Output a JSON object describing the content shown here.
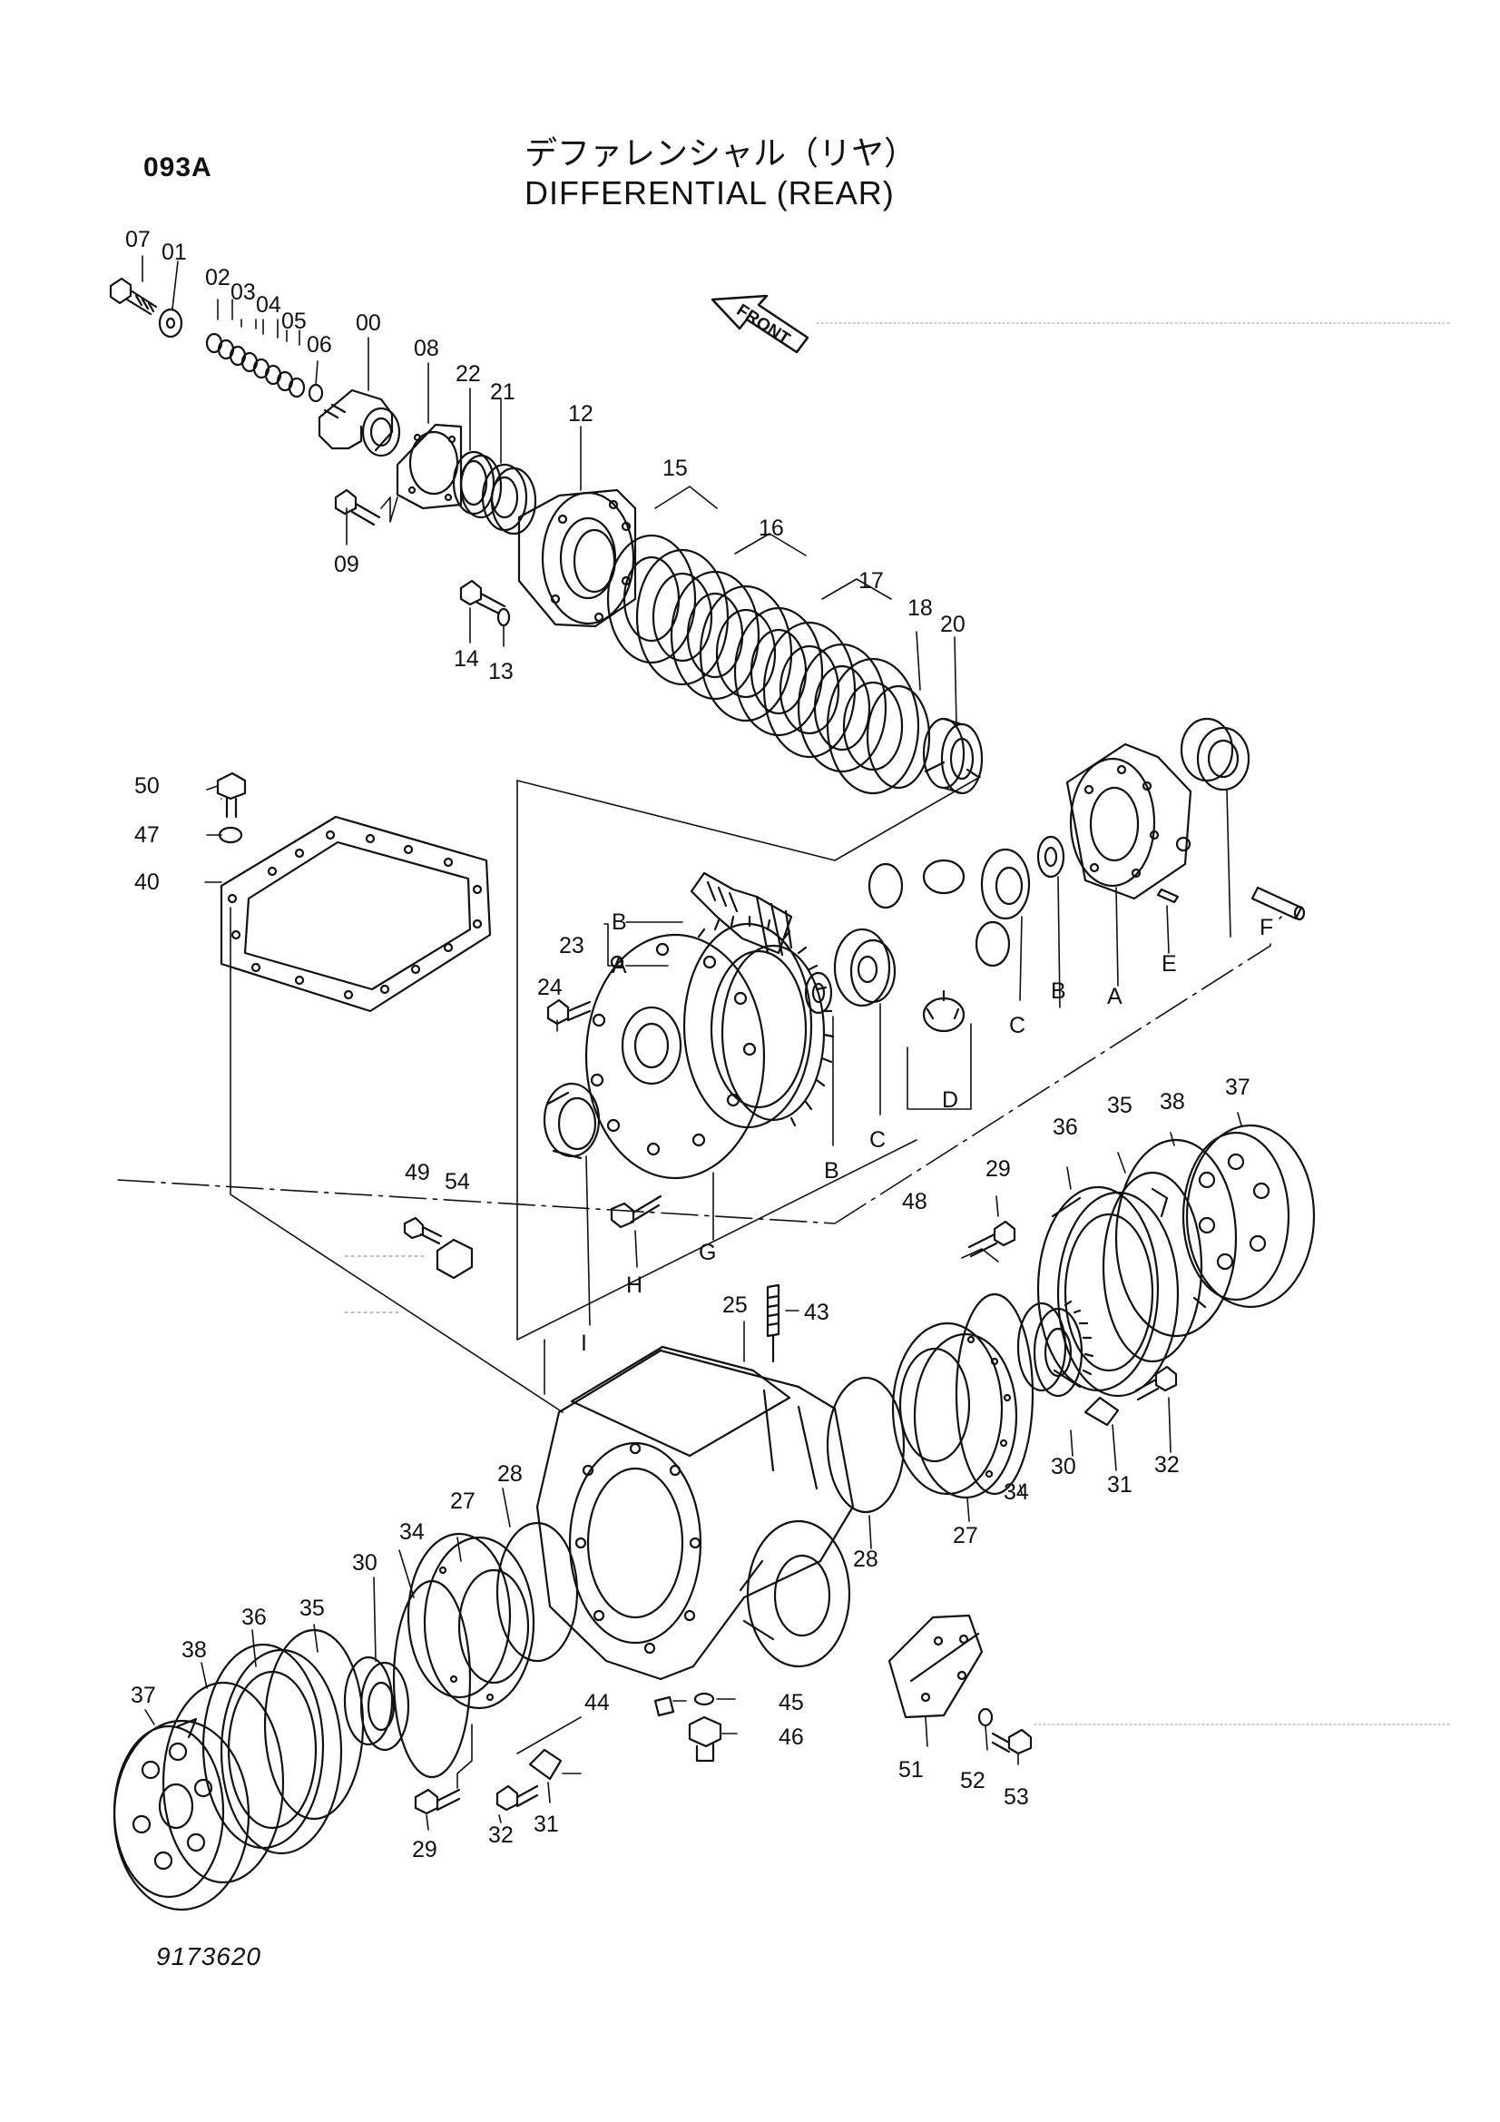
{
  "header": {
    "page_code": "093A",
    "title_jp": "デファレンシャル（リヤ）",
    "title_en": "DIFFERENTIAL (REAR)"
  },
  "front_arrow": {
    "label": "FRONT"
  },
  "footer": {
    "drawing_number": "9173620"
  },
  "callouts": {
    "c07": "07",
    "c01": "01",
    "c02": "02",
    "c03": "03",
    "c04": "04",
    "c05": "05",
    "c06": "06",
    "c00": "00",
    "c08": "08",
    "c22": "22",
    "c21": "21",
    "c12": "12",
    "c09": "09",
    "c15": "15",
    "c16": "16",
    "c17": "17",
    "c18": "18",
    "c20": "20",
    "c14": "14",
    "c13": "13",
    "c50": "50",
    "c47": "47",
    "c40": "40",
    "c23": "23",
    "c23B": "B",
    "c23A": "A",
    "c24": "24",
    "cB1": "B",
    "cC1": "C",
    "cD": "D",
    "cC2": "C",
    "cB2": "B",
    "cA": "A",
    "cE": "E",
    "cF": "F",
    "c48": "48",
    "cG": "G",
    "cH": "H",
    "cI": "I",
    "c49": "49",
    "c54": "54",
    "c29a": "29",
    "c36a": "36",
    "c35a": "35",
    "c38a": "38",
    "c37a": "37",
    "c25": "25",
    "c43": "43",
    "c27a": "27",
    "c34a": "34",
    "c30a": "30",
    "c31a": "31",
    "c32a": "32",
    "c28a": "28",
    "c28b": "28",
    "c27b": "27",
    "c34b": "34",
    "c30b": "30",
    "c35b": "35",
    "c36b": "36",
    "c38b": "38",
    "c37b": "37",
    "c44": "44",
    "c45": "45",
    "c46": "46",
    "c51": "51",
    "c52": "52",
    "c53": "53",
    "c29b": "29",
    "c32b": "32",
    "c31b": "31"
  }
}
